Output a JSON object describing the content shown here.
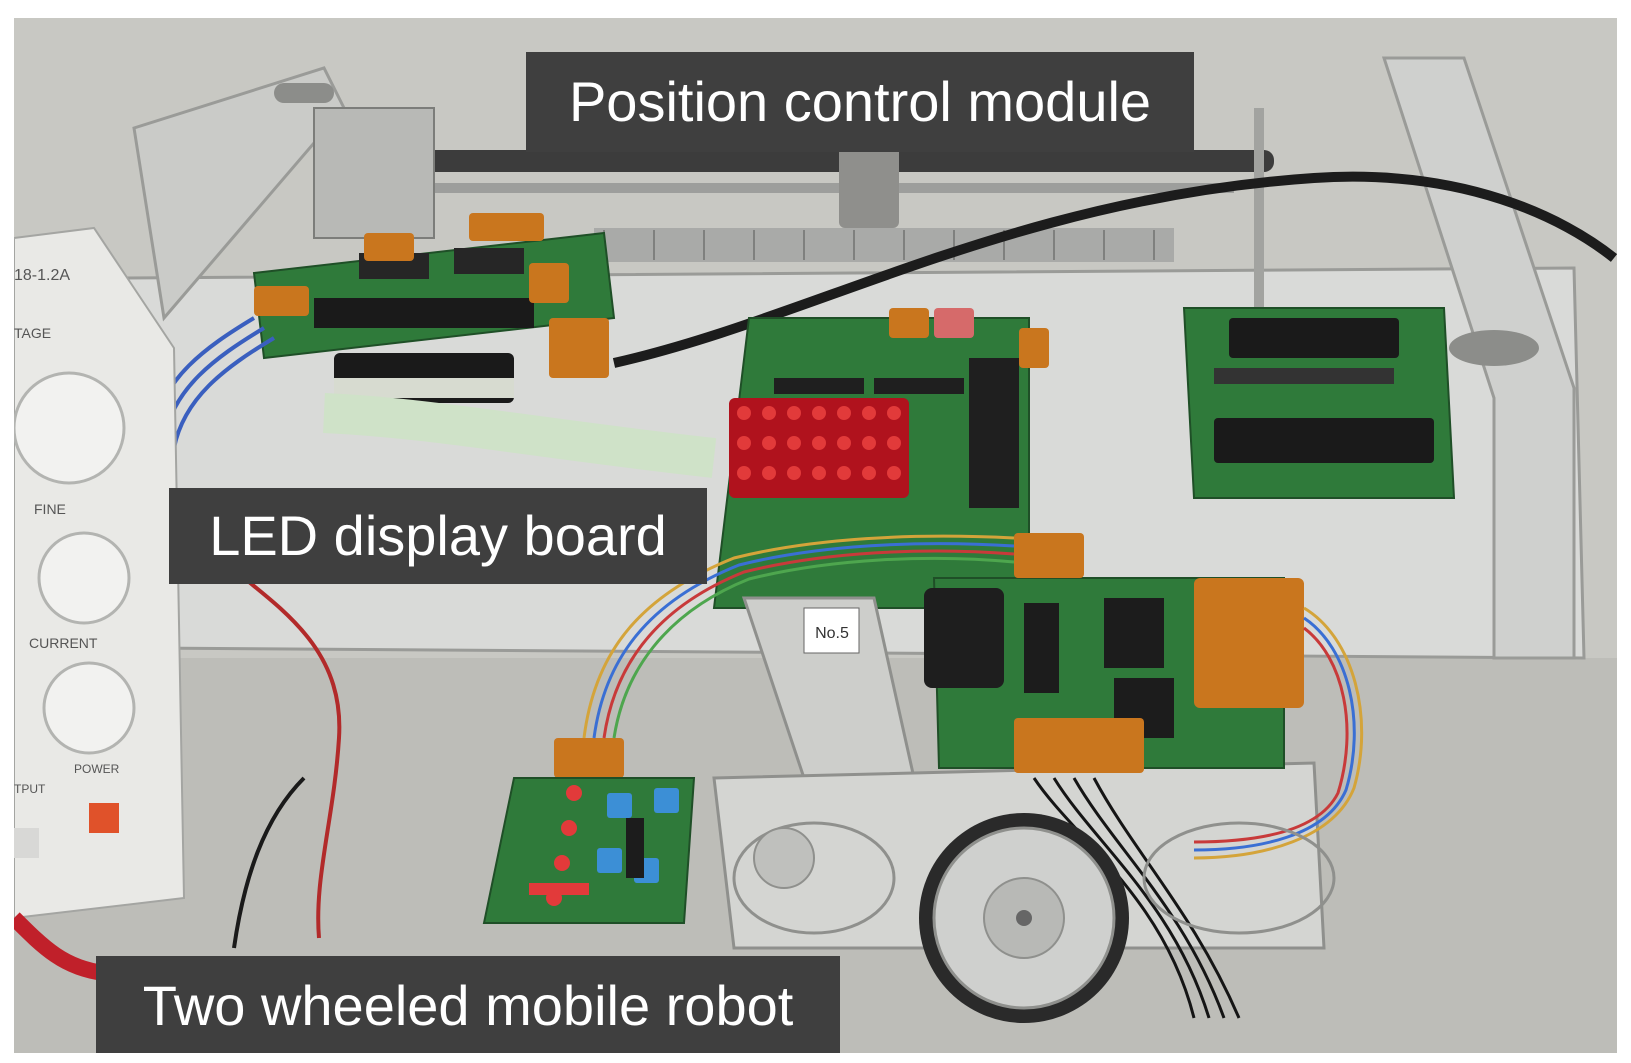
{
  "labels": {
    "position_control": "Position control module",
    "led_display": "LED display board",
    "mobile_robot": "Two wheeled mobile robot"
  },
  "power_supply": {
    "model": "18-1.2A",
    "voltage_label": "TAGE",
    "fine_label": "FINE",
    "current_label": "CURRENT",
    "output_label": "TPUT",
    "power_label": "POWER"
  },
  "robot_tag": "No.5",
  "colors": {
    "label_bg": "#3f3f3f",
    "label_text": "#ffffff",
    "pcb_green": "#2f7a3a",
    "connector_orange": "#c9761e",
    "metal": "#d9dad8"
  }
}
